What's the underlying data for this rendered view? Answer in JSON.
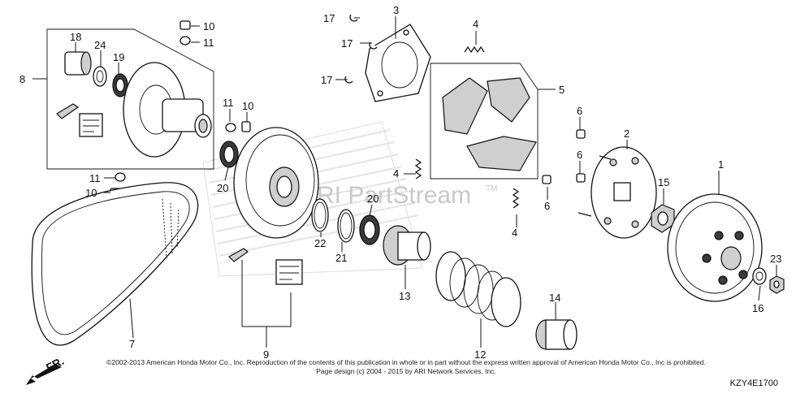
{
  "watermark": {
    "brand": "ARI PartStream",
    "trademark": "TM"
  },
  "front_label": "FR.",
  "callouts": {
    "c1": "1",
    "c2": "2",
    "c3": "3",
    "c4a": "4",
    "c4b": "4",
    "c4c": "4",
    "c5": "5",
    "c6a": "6",
    "c6b": "6",
    "c6c": "6",
    "c7": "7",
    "c8": "8",
    "c9": "9",
    "c10a": "10",
    "c10b": "10",
    "c10c": "10",
    "c11a": "11",
    "c11b": "11",
    "c11c": "11",
    "c12": "12",
    "c13": "13",
    "c14": "14",
    "c15": "15",
    "c16": "16",
    "c17a": "17",
    "c17b": "17",
    "c17c": "17",
    "c18": "18",
    "c19": "19",
    "c20a": "20",
    "c20b": "20",
    "c21": "21",
    "c22": "22",
    "c23": "23",
    "c24": "24"
  },
  "footer": {
    "copyright": "©2002-2013 American Honda Motor Co., Inc. Reproduction of the contents of this publication in whole or in part without the express written approval of American Honda Motor Co., Inc is prohibited.",
    "page_design": "Page design (c) 2004 - 2015 by ARI Network Services, Inc.",
    "diagram_code": "KZY4E1700"
  }
}
